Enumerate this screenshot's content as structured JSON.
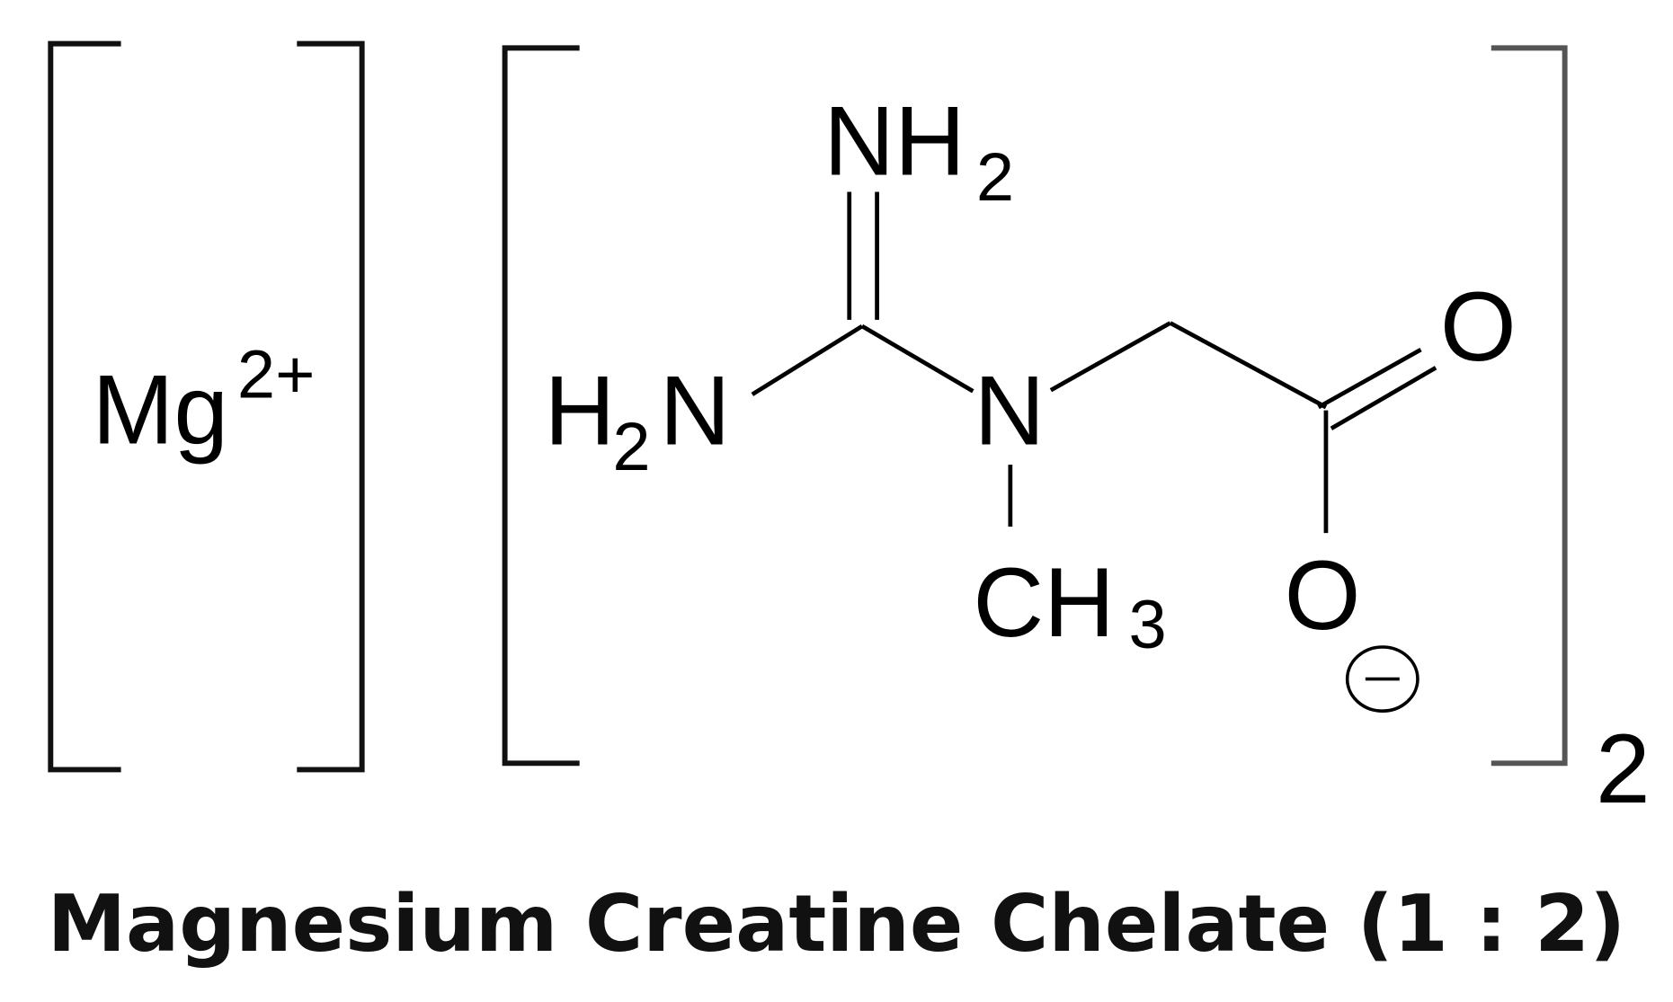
{
  "diagram": {
    "cation": {
      "symbol": "Mg",
      "charge": "2+"
    },
    "ligand": {
      "atoms": {
        "imine_N": "NH",
        "imine_N_sub": "2",
        "amine_H": "H",
        "amine_sub": "2",
        "amine_N": "N",
        "central_N": "N",
        "methyl_C": "CH",
        "methyl_sub": "3",
        "carbonyl_O": "O",
        "anionic_O": "O",
        "negative_charge": "−"
      },
      "stoichiometry": "2"
    },
    "caption": "Magnesium Creatine Chelate (1 : 2)"
  }
}
